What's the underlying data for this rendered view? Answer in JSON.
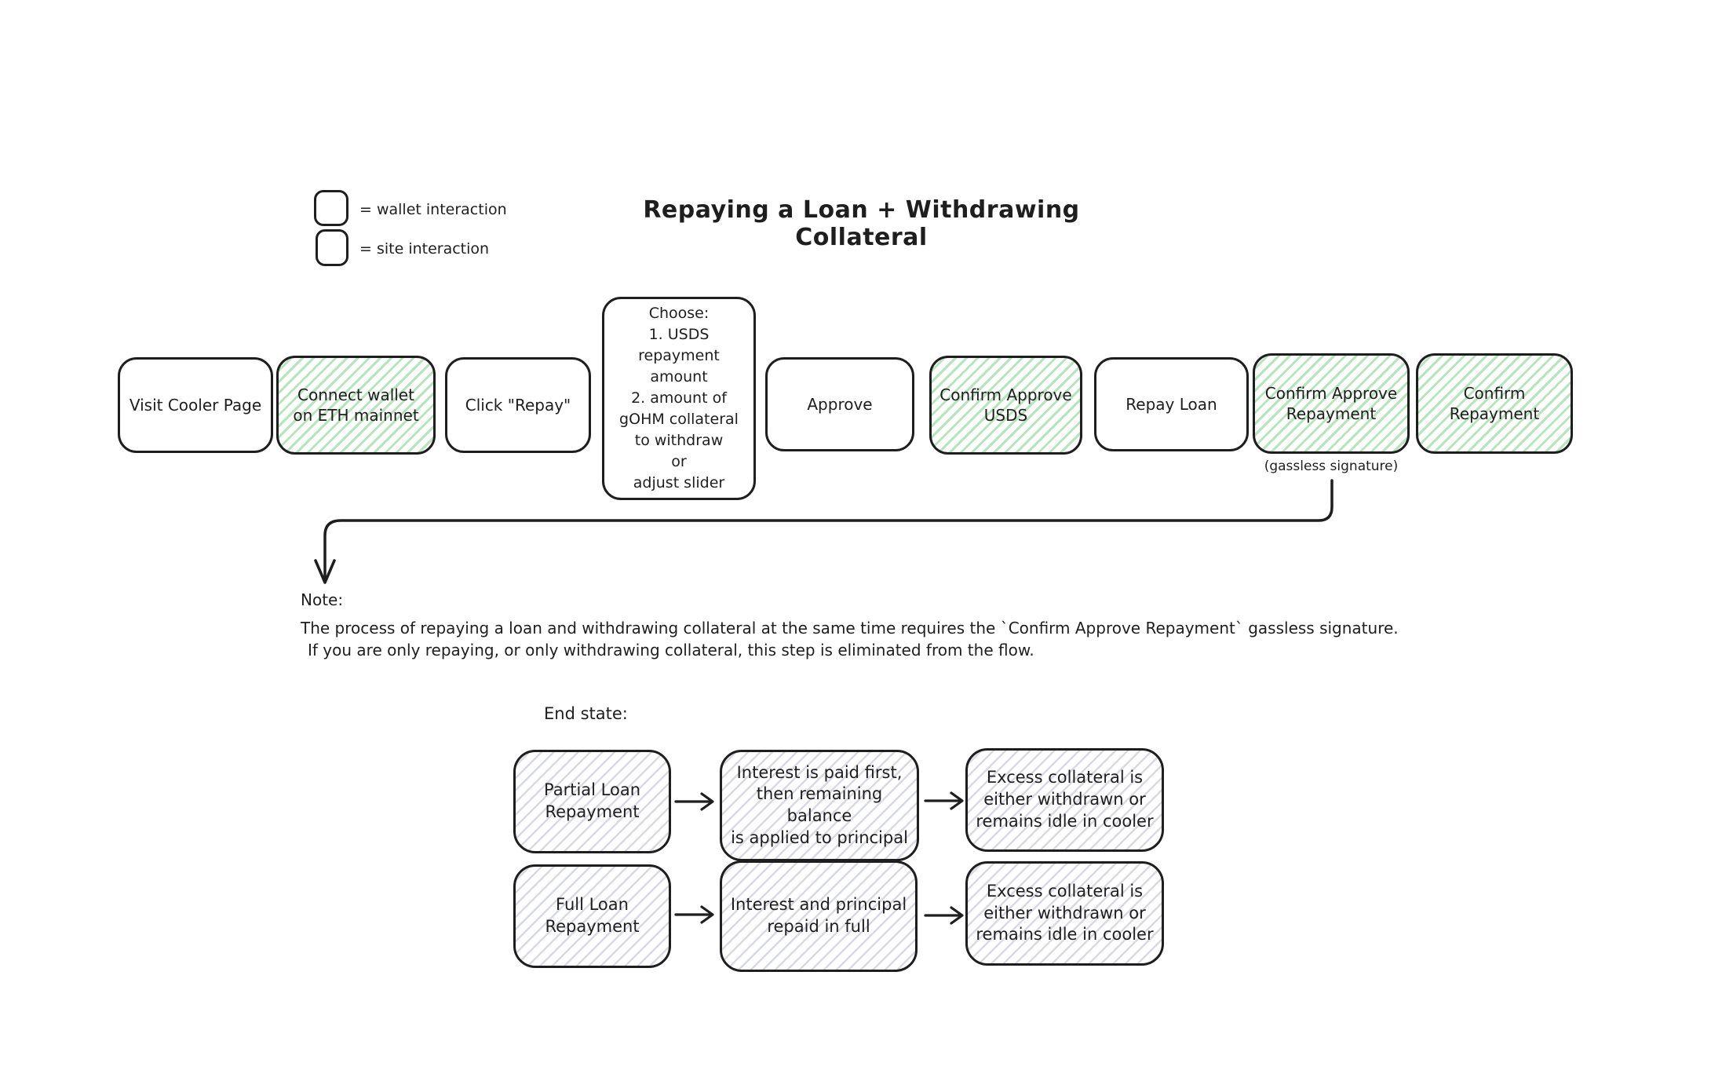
{
  "title": "Repaying a Loan + Withdrawing Collateral",
  "legend": {
    "wallet_label": "= wallet interaction",
    "site_label": "= site interaction"
  },
  "colors": {
    "stroke": "#1e1e1e",
    "wallet_hatch_green": "#b7e4bb",
    "endstate_hatch_gray": "#d9d9e2",
    "background": "#ffffff"
  },
  "flow": {
    "steps": [
      {
        "label": "Visit Cooler Page",
        "type": "site"
      },
      {
        "label": "Connect wallet\non ETH mainnet",
        "type": "wallet"
      },
      {
        "label": "Click \"Repay\"",
        "type": "site"
      },
      {
        "label": "Choose:\n1. USDS\nrepayment\namount\n2.  amount of\ngOHM collateral\nto withdraw\nor\nadjust slider",
        "type": "site"
      },
      {
        "label": "Approve",
        "type": "site"
      },
      {
        "label": "Confirm Approve\nUSDS",
        "type": "wallet"
      },
      {
        "label": "Repay Loan",
        "type": "site"
      },
      {
        "label": "Confirm Approve\nRepayment",
        "type": "wallet"
      },
      {
        "label": "Confirm\nRepayment",
        "type": "wallet"
      }
    ],
    "gassless_caption": "(gassless signature)"
  },
  "note": {
    "heading": "Note:",
    "line1": "The process of repaying a loan and withdrawing collateral at the same time requires the `Confirm Approve Repayment` gassless signature.",
    "line2": "If you are only repaying, or only withdrawing collateral, this step is eliminated from the flow."
  },
  "end_state": {
    "heading": "End state:",
    "rows": [
      {
        "start": "Partial Loan\nRepayment",
        "middle": "Interest is paid first,\nthen remaining balance\nis applied to principal",
        "end": "Excess collateral is\neither withdrawn or\nremains idle in cooler"
      },
      {
        "start": "Full Loan\nRepayment",
        "middle": "Interest and principal\nrepaid in full",
        "end": "Excess collateral is\neither withdrawn or\nremains idle in cooler"
      }
    ]
  }
}
